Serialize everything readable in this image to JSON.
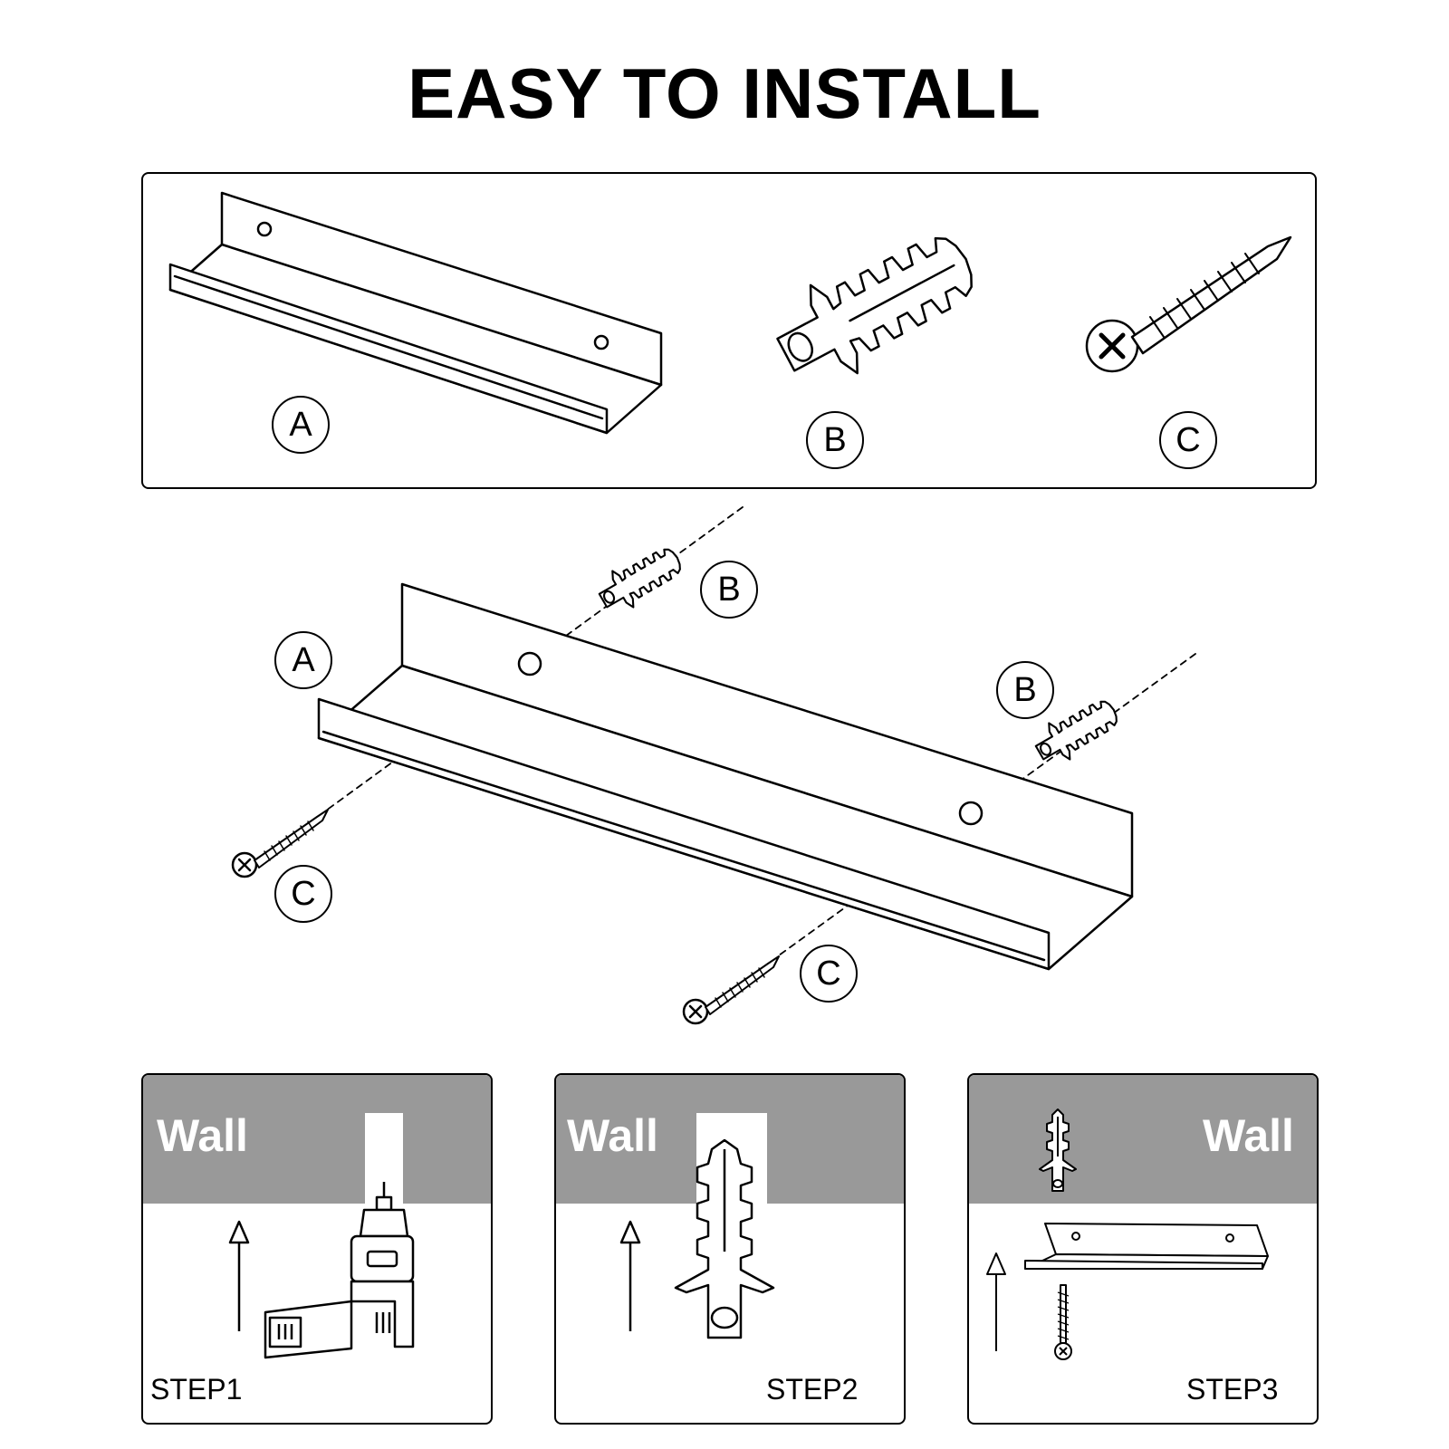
{
  "title": "EASY TO INSTALL",
  "parts": {
    "a_label": "A",
    "b_label": "B",
    "c_label": "C"
  },
  "assembly": {
    "a_label": "A",
    "b_upper_label": "B",
    "b_right_label": "B",
    "c_left_label": "C",
    "c_bottom_label": "C"
  },
  "steps": [
    {
      "wall": "Wall",
      "label": "STEP1",
      "icon": "drill-icon"
    },
    {
      "wall": "Wall",
      "label": "STEP2",
      "icon": "wall-anchor-icon"
    },
    {
      "wall": "Wall",
      "label": "STEP3",
      "icon": "shelf-screw-icon"
    }
  ],
  "colors": {
    "wall": "#999999",
    "line": "#000000",
    "background": "#ffffff"
  }
}
